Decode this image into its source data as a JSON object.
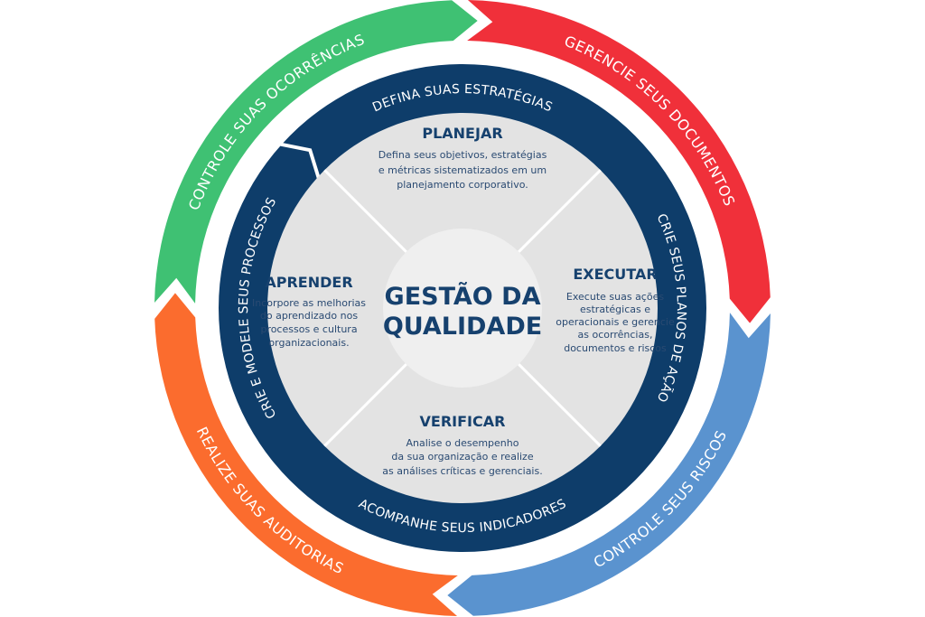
{
  "colors": {
    "green": "#3fc173",
    "red": "#f0303a",
    "blue": "#5a93cf",
    "orange": "#fb6c2e",
    "navy": "#0e3d6a",
    "grey": "#e3e3e3",
    "center": "#efefef"
  },
  "outer_ring": [
    {
      "label": "CONTROLE SUAS OCORRÊNCIAS",
      "color": "green"
    },
    {
      "label": "GERENCIE SEUS DOCUMENTOS",
      "color": "red"
    },
    {
      "label": "CONTROLE SEUS RISCOS",
      "color": "blue"
    },
    {
      "label": "REALIZE SUAS AUDITORIAS",
      "color": "orange"
    }
  ],
  "inner_ring": [
    {
      "label": "DEFINA SUAS ESTRATÉGIAS"
    },
    {
      "label": "CRIE SEUS PLANOS DE AÇÃO"
    },
    {
      "label": "ACOMPANHE SEUS INDICADORES"
    },
    {
      "label": "CRIE E MODELE SEUS PROCESSOS"
    }
  ],
  "center": {
    "line1": "GESTÃO DA",
    "line2": "QUALIDADE"
  },
  "quadrants": {
    "planejar": {
      "title": "PLANEJAR",
      "lines": [
        "Defina seus objetivos, estratégias",
        "e métricas sistematizados em um",
        "planejamento corporativo."
      ]
    },
    "executar": {
      "title": "EXECUTAR",
      "lines": [
        "Execute suas ações",
        "estratégicas e",
        "operacionais e gerencie",
        "as ocorrências,",
        "documentos e riscos"
      ]
    },
    "verificar": {
      "title": "VERIFICAR",
      "lines": [
        "Analise o desempenho",
        "da sua organização e realize",
        "as análises críticas e gerenciais."
      ]
    },
    "aprender": {
      "title": "APRENDER",
      "lines": [
        "Incorpore as melhorias",
        "do aprendizado nos",
        "processos e cultura",
        "organizacionais."
      ]
    }
  }
}
